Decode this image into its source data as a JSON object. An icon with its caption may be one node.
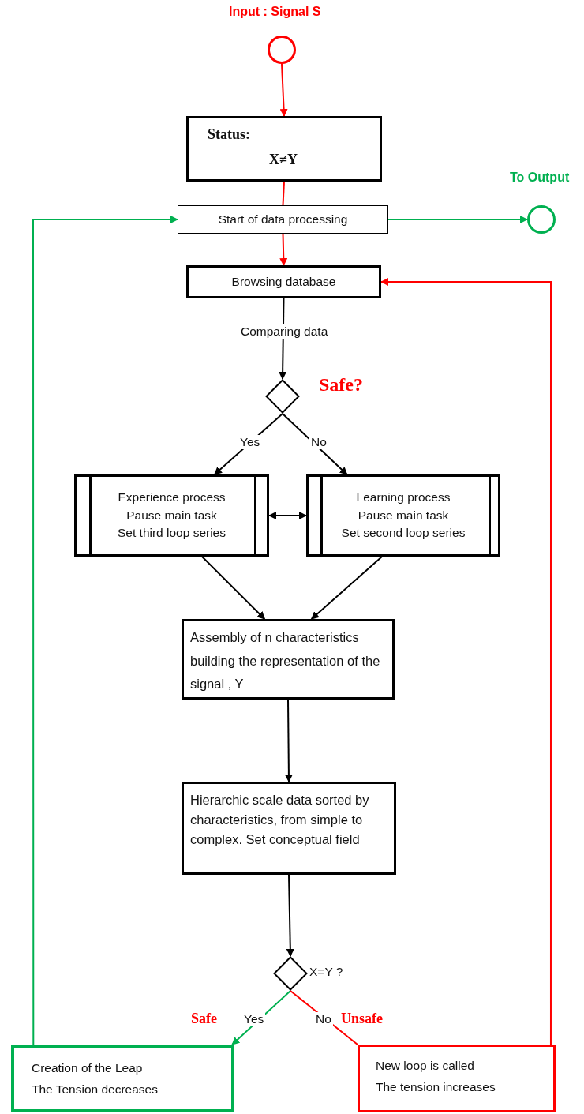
{
  "diagram": {
    "nodes": [
      {
        "text": [],
        "shape": "circle",
        "beside": [
          "Input : Signal S"
        ]
      },
      {
        "text": [
          "Status:",
          "X≠Y"
        ]
      },
      {
        "text": [
          "Start of data processing"
        ]
      },
      {
        "text": [],
        "shape": "circle",
        "beside": [
          "To Output"
        ]
      },
      {
        "text": [
          "Browsing database"
        ]
      },
      {
        "text": [],
        "shape": "diamond",
        "beside": [
          "Safe?"
        ]
      },
      {
        "text": [
          "Experience process",
          "Pause main task",
          "Set third loop series"
        ]
      },
      {
        "text": [
          "Learning process",
          "Pause main task",
          "Set second loop series"
        ]
      },
      {
        "text": [
          "Assembly of n characteristics building the representation of the signal , Y"
        ]
      },
      {
        "text": [
          "Hierarchic scale data sorted by characteristics, from simple to complex. Set conceptual field"
        ]
      },
      {
        "text": [],
        "shape": "diamond",
        "beside": [
          "X=Y ?"
        ]
      },
      {
        "text": [
          "Creation of the Leap",
          "The Tension decreases"
        ]
      },
      {
        "text": [
          "New loop is called",
          "The tension increases"
        ]
      }
    ],
    "edges": [
      {
        "from": 0,
        "to": 1,
        "arrow": "to",
        "color": "#ff0000"
      },
      {
        "from": 1,
        "to": 2,
        "arrow": "none",
        "color": "#ff0000"
      },
      {
        "from": 2,
        "to": 4,
        "arrow": "to",
        "color": "#ff0000"
      },
      {
        "from": 2,
        "to": 3,
        "arrow": "to",
        "color": "#00b050"
      },
      {
        "from": 11,
        "to": 2,
        "arrow": "to",
        "color": "#00b050"
      },
      {
        "from": 12,
        "to": 4,
        "arrow": "to",
        "color": "#ff0000"
      },
      {
        "from": 4,
        "to": 5,
        "arrow": "to",
        "label": "Comparing data"
      },
      {
        "from": 5,
        "to": 6,
        "arrow": "to",
        "label": "Yes"
      },
      {
        "from": 5,
        "to": 7,
        "arrow": "to",
        "label": "No"
      },
      {
        "from": 6,
        "to": 7,
        "arrow": "both"
      },
      {
        "from": 6,
        "to": 8,
        "arrow": "to"
      },
      {
        "from": 7,
        "to": 8,
        "arrow": "to"
      },
      {
        "from": 8,
        "to": 9,
        "arrow": "to"
      },
      {
        "from": 9,
        "to": 10,
        "arrow": "to"
      },
      {
        "from": 10,
        "to": 11,
        "arrow": "to",
        "label": "Yes",
        "color": "#00b050"
      },
      {
        "from": 10,
        "to": 12,
        "arrow": "none",
        "label": "No",
        "color": "#ff0000"
      }
    ],
    "labels": [
      "Safe",
      "Unsafe"
    ]
  }
}
